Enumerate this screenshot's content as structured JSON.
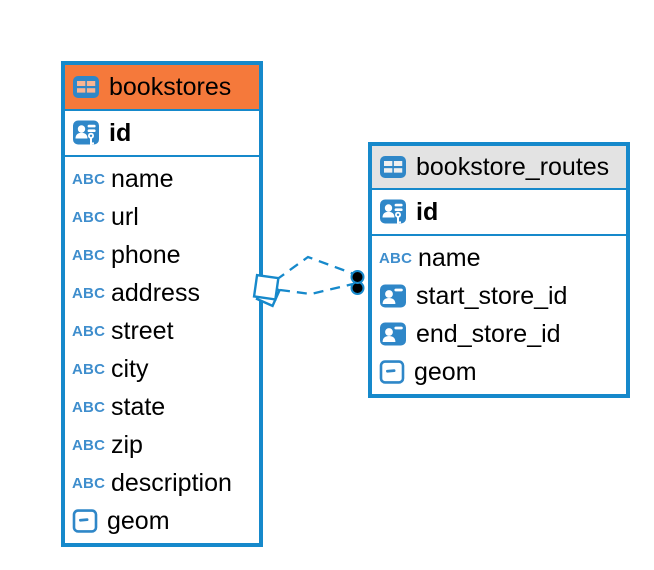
{
  "app": {
    "view": "er-diagram"
  },
  "colors": {
    "accent_blue": "#1689cb",
    "icon_blue": "#2f87c8",
    "selected_header_orange": "#f5793b",
    "header_gray": "#e3e3e3",
    "text": "#000000",
    "relationship_dot_fill": "#000000",
    "background": "#ffffff"
  },
  "icons": {
    "text_type_glyph": "ABC"
  },
  "tables": [
    {
      "name": "bookstores",
      "selected": true,
      "primary_key": "id",
      "columns": [
        {
          "name": "name",
          "type": "text"
        },
        {
          "name": "url",
          "type": "text"
        },
        {
          "name": "phone",
          "type": "text"
        },
        {
          "name": "address",
          "type": "text"
        },
        {
          "name": "street",
          "type": "text"
        },
        {
          "name": "city",
          "type": "text"
        },
        {
          "name": "state",
          "type": "text"
        },
        {
          "name": "zip",
          "type": "text"
        },
        {
          "name": "description",
          "type": "text"
        },
        {
          "name": "geom",
          "type": "geometry"
        }
      ]
    },
    {
      "name": "bookstore_routes",
      "selected": false,
      "primary_key": "id",
      "columns": [
        {
          "name": "name",
          "type": "text"
        },
        {
          "name": "start_store_id",
          "type": "reference"
        },
        {
          "name": "end_store_id",
          "type": "reference"
        },
        {
          "name": "geom",
          "type": "geometry"
        }
      ]
    }
  ],
  "relationships": [
    {
      "from": "bookstore_routes.start_store_id",
      "to": "bookstores.id",
      "line_style": "dashed"
    },
    {
      "from": "bookstore_routes.end_store_id",
      "to": "bookstores.id",
      "line_style": "dashed"
    }
  ]
}
